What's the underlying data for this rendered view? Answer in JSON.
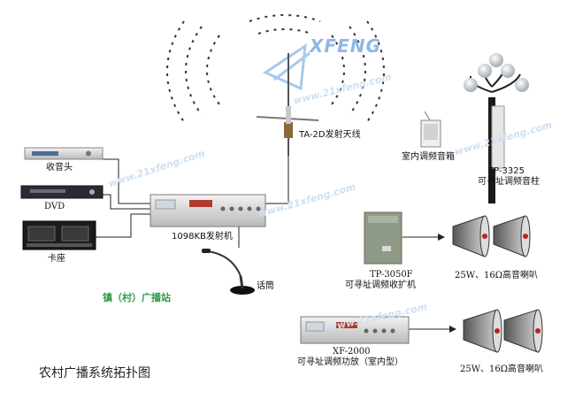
{
  "diagram": {
    "title": "农村广播系统拓扑图",
    "station_label": "镇（村）广播站",
    "antenna": {
      "label": "TA-2D发射天线"
    },
    "radio_source": {
      "label": "收音头"
    },
    "dvd_source": {
      "label": "DVD"
    },
    "deck_source": {
      "label": "卡座"
    },
    "transmitter": {
      "label": "1098KB发射机"
    },
    "microphone": {
      "label": "话筒"
    },
    "indoor_speaker": {
      "label": "室内调频音箱"
    },
    "column_speaker": {
      "model": "TP-3325",
      "label": "可寻址调频音柱"
    },
    "receiver_amp": {
      "model": "TP-3050F",
      "label": "可寻址调频收扩机"
    },
    "horns_top": {
      "label": "25W、16Ω高音喇叭"
    },
    "indoor_amp": {
      "model": "XF-2000",
      "label": "可寻址调频功放（室内型）"
    },
    "horns_bottom": {
      "label": "25W、16Ω高音喇叭"
    },
    "logo_text": "XFENG",
    "watermark": "www.21xfeng.com"
  }
}
